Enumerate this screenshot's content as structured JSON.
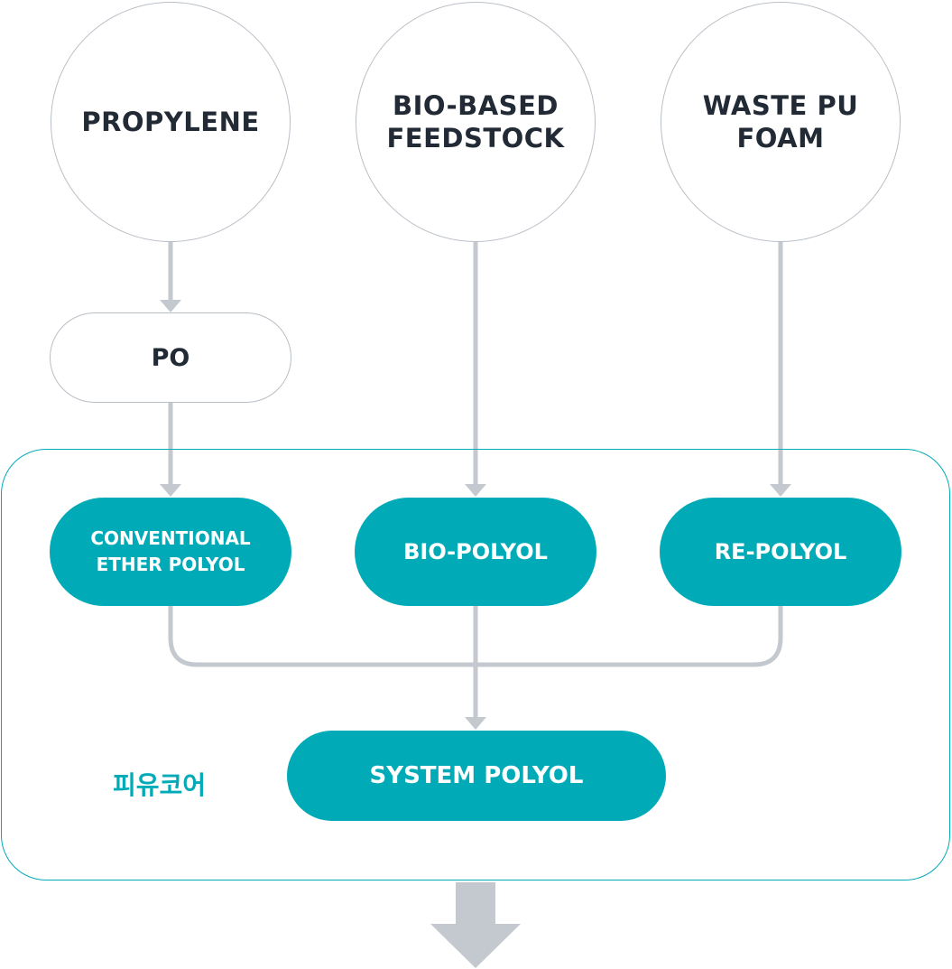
{
  "inputs": [
    {
      "label": "PROPYLENE"
    },
    {
      "label": "BIO-BASED\nFEEDSTOCK"
    },
    {
      "label": "WASTE PU\nFOAM"
    }
  ],
  "intermediate": {
    "label": "PO"
  },
  "polyols": [
    {
      "label": "CONVENTIONAL\nETHER POLYOL"
    },
    {
      "label": "BIO-POLYOL"
    },
    {
      "label": "RE-POLYOL"
    }
  ],
  "output": {
    "label": "SYSTEM POLYOL"
  },
  "group": {
    "label": "피유코어"
  },
  "colors": {
    "accent": "#00abb7",
    "line": "#c4c9cf",
    "text": "#222a36"
  }
}
